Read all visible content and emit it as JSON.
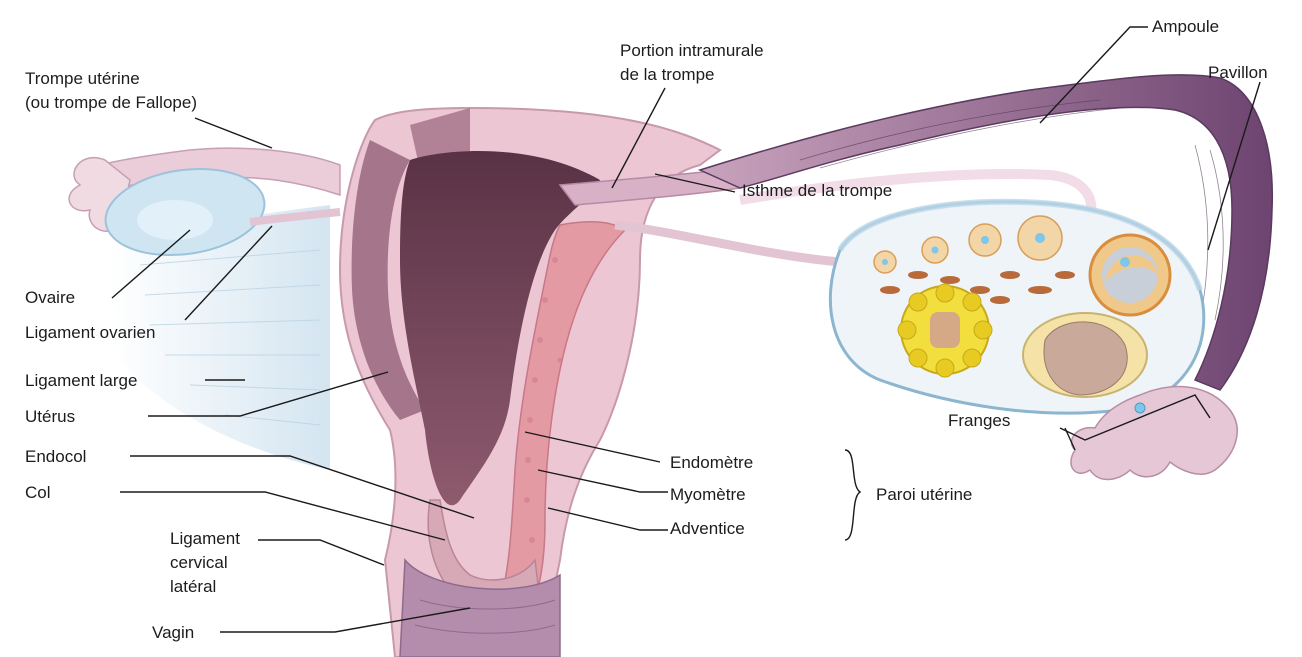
{
  "labels": {
    "trompe_uterine_line1": "Trompe utérine",
    "trompe_uterine_line2": "(ou trompe de Fallope)",
    "portion_intramurale_line1": "Portion intramurale",
    "portion_intramurale_line2": "de la trompe",
    "ampoule": "Ampoule",
    "pavillon": "Pavillon",
    "isthme": "Isthme de la trompe",
    "ovaire": "Ovaire",
    "ligament_ovarien": "Ligament ovarien",
    "ligament_large": "Ligament large",
    "uterus": "Utérus",
    "endocol": "Endocol",
    "col": "Col",
    "ligament_cervical_line1": "Ligament",
    "ligament_cervical_line2": "cervical",
    "ligament_cervical_line3": "latéral",
    "vagin": "Vagin",
    "franges": "Franges",
    "endometre": "Endomètre",
    "myometre": "Myomètre",
    "adventice": "Adventice",
    "paroi_uterine": "Paroi utérine"
  },
  "colors": {
    "uterine_wall": "#e9c2cf",
    "cavity": "#6e3f55",
    "myometrium_layer": "#8e5a74",
    "endometrium": "#e49aa3",
    "tube": "#8b5d86",
    "ovary": "#cfe6f2",
    "follicle": "#f0c889",
    "corpus_luteum": "#f2df3d",
    "leader_line": "#1a1a1a"
  }
}
